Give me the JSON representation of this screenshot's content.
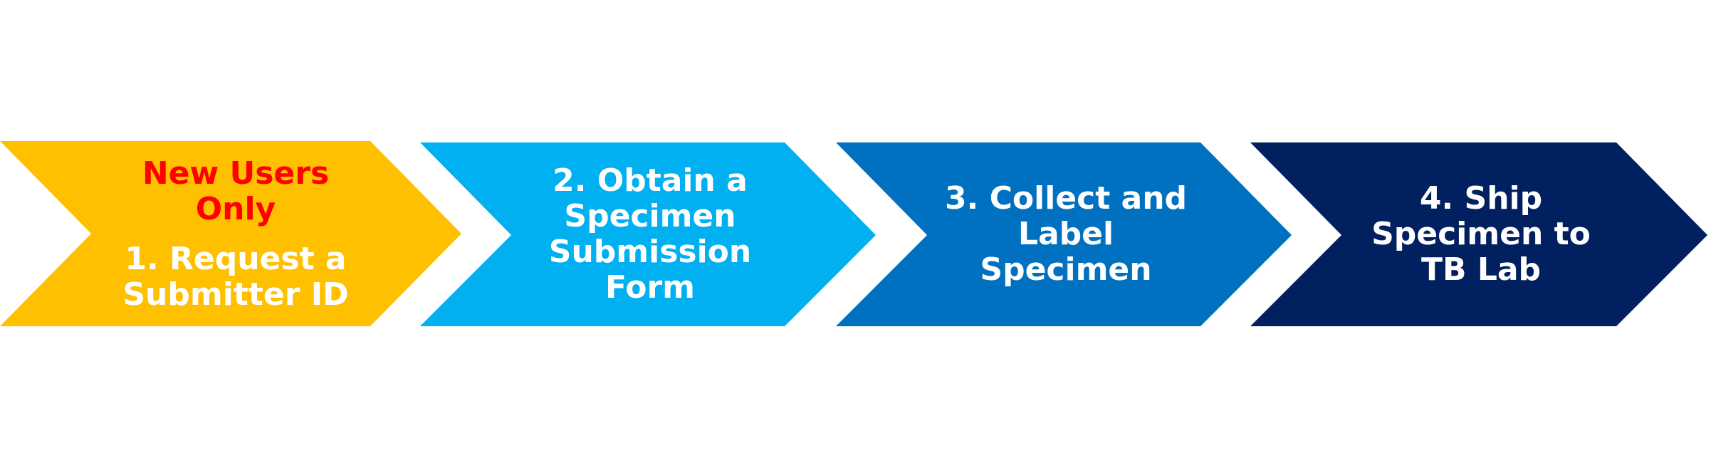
{
  "steps": [
    {
      "note": [
        "New Users",
        "Only"
      ],
      "lines": [
        "1. Request a",
        "Submitter ID"
      ],
      "fill": "#FFC000",
      "text_color": "#FFFFFF",
      "note_color": "#FF0000"
    },
    {
      "note": [],
      "lines": [
        "2. Obtain a",
        "Specimen",
        "Submission",
        "Form"
      ],
      "fill": "#00B0F0",
      "text_color": "#FFFFFF"
    },
    {
      "note": [],
      "lines": [
        "3. Collect and",
        "Label",
        "Specimen"
      ],
      "fill": "#0070C0",
      "text_color": "#FFFFFF"
    },
    {
      "note": [],
      "lines": [
        "4. Ship",
        "Specimen to",
        "TB Lab"
      ],
      "fill": "#002060",
      "text_color": "#FFFFFF"
    }
  ]
}
